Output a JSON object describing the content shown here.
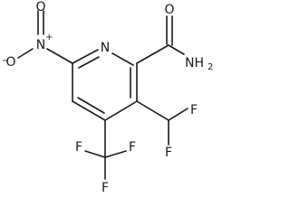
{
  "molecule": {
    "atoms": {
      "ring_n": "N",
      "carbonyl_o": "O",
      "amide_n": "NH",
      "amide_n_sub": "2",
      "nitro_n": "N",
      "nitro_n_charge": "+",
      "nitro_o_double": "O",
      "nitro_o_single": "O",
      "nitro_o_charge": "−",
      "chf2_f_right": "F",
      "chf2_f_left": "F",
      "cf3_f_left": "F",
      "cf3_f_right": "F",
      "cf3_f_bottom": "F"
    }
  }
}
